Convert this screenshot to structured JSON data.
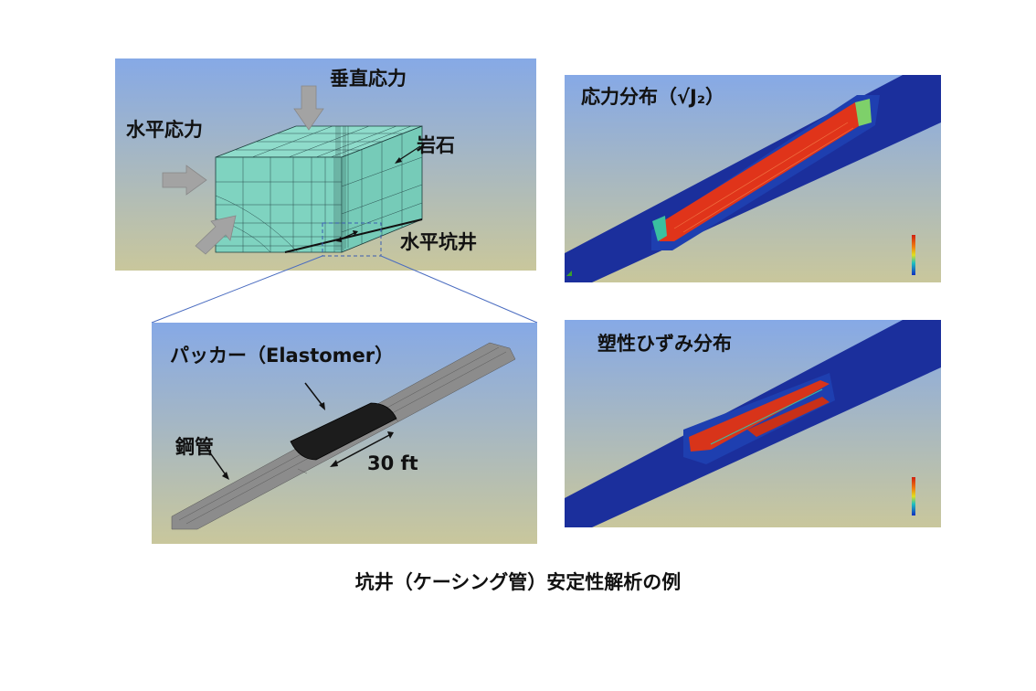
{
  "panel_rock": {
    "label_vertical": "垂直応力",
    "label_horizontal": "水平応力",
    "label_rock": "岩石",
    "label_well": "水平坑井"
  },
  "panel_stress": {
    "title": "応力分布（√J₂）"
  },
  "panel_packer": {
    "label_packer": "パッカー（Elastomer）",
    "label_pipe": "鋼管",
    "label_length": "30 ft"
  },
  "panel_strain": {
    "title": "塑性ひずみ分布"
  },
  "caption": "坑井（ケーシング管）安定性解析の例",
  "colors": {
    "bg_top": "#86a9e6",
    "bg_bottom": "#c9c79c",
    "mesh_block": "#7fd3c0",
    "pipe_blue": "#1b2f9c",
    "stress_red": "#e0341a",
    "pipe_gray": "#8c8c8c",
    "packer_black": "#1c1c1c"
  }
}
